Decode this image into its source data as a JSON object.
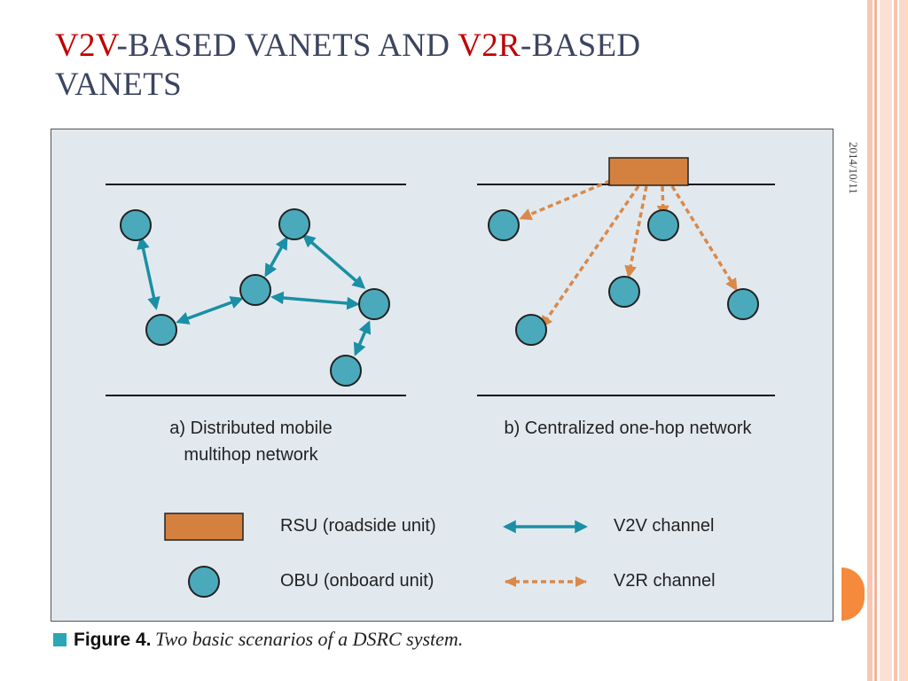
{
  "slide": {
    "title_parts": {
      "p1": "V2V",
      "p2": "-BASED VANETS  AND ",
      "p3": "V2R",
      "p4": "-BASED",
      "p5": "VANETS"
    },
    "date": "2014/10/11",
    "colors": {
      "title_accent": "#c00000",
      "title_text": "#3c4560",
      "rsu": "#d4813f",
      "obu": "#4aaabb",
      "v2v_channel": "#1a8fa5",
      "v2r_channel": "#d9894a",
      "stripe_accent": "#f58a3c"
    }
  },
  "diagram": {
    "panel_a": {
      "caption_line1": "a) Distributed mobile",
      "caption_line2": "multihop network"
    },
    "panel_b": {
      "caption": "b) Centralized one-hop network"
    },
    "legend": {
      "rsu_label": "RSU (roadside unit)",
      "obu_label": "OBU (onboard unit)",
      "v2v_label": "V2V channel",
      "v2r_label": "V2R channel"
    }
  },
  "figure_caption": {
    "label": "Figure 4.",
    "text": "Two basic scenarios of a DSRC system."
  }
}
